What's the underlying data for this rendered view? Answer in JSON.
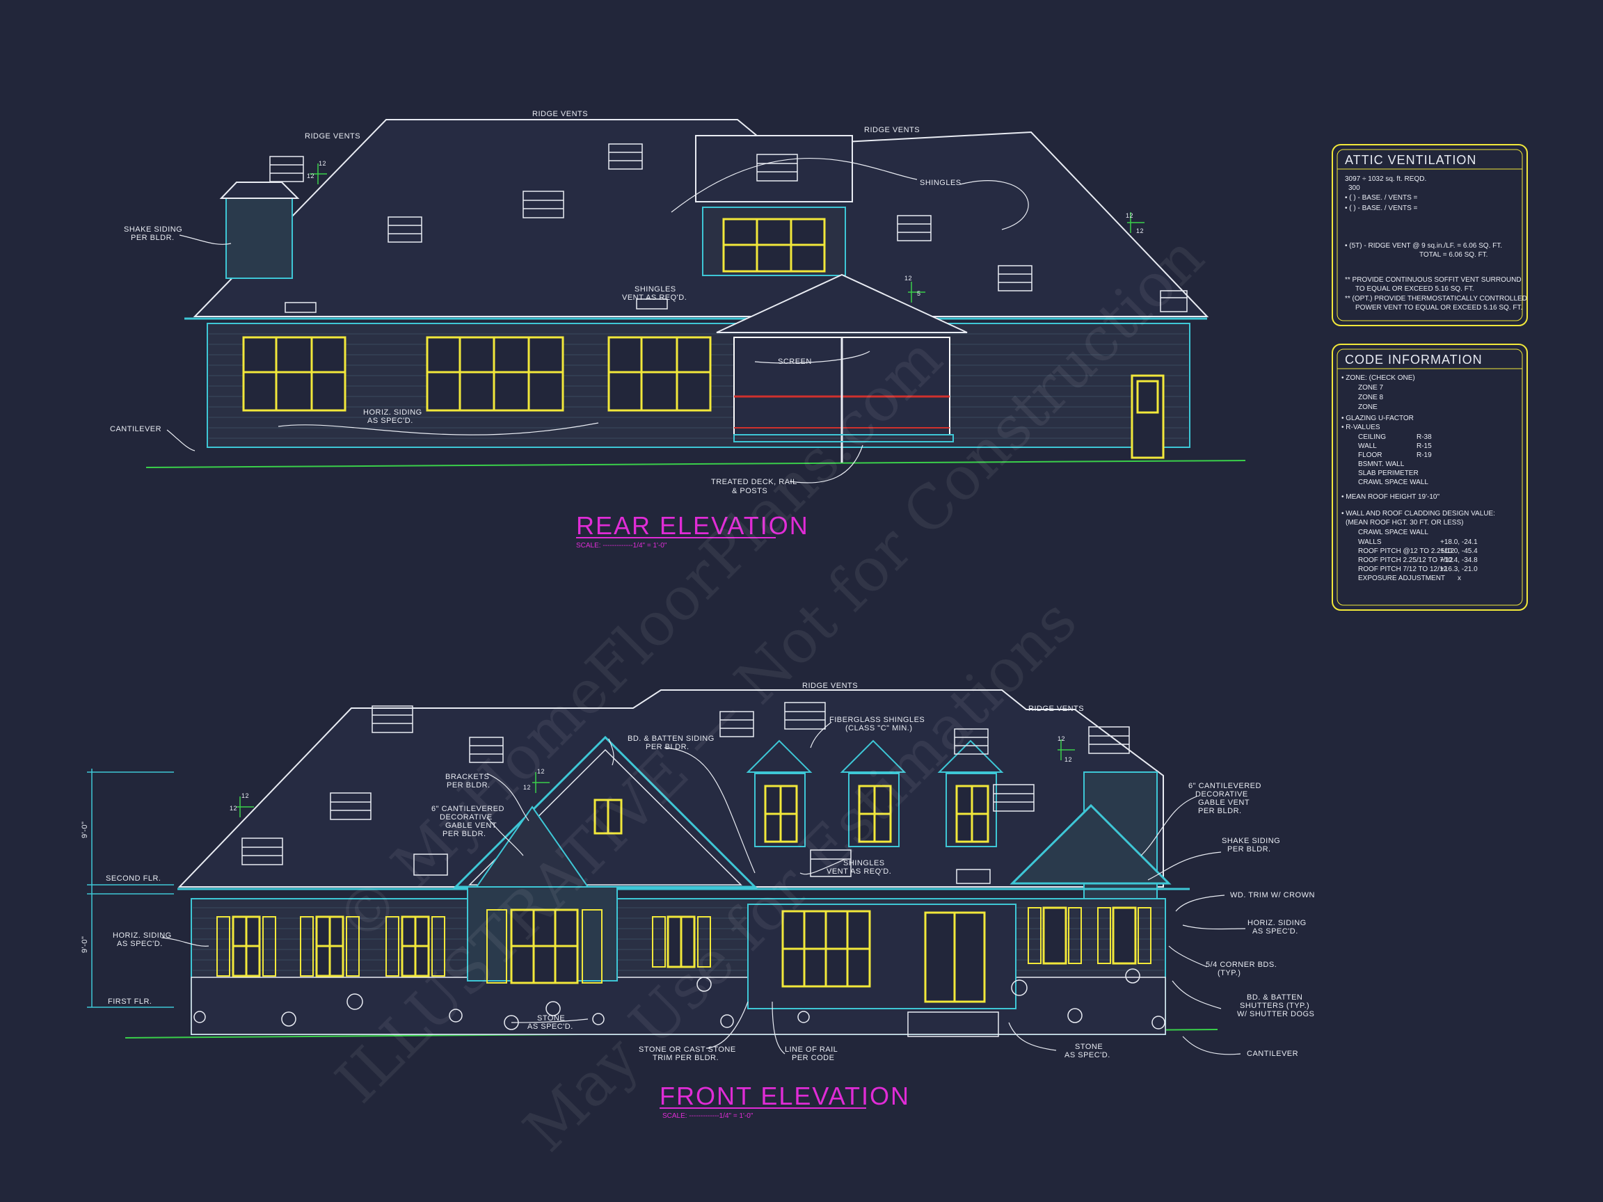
{
  "rear": {
    "title": "REAR ELEVATION",
    "scale": "SCALE: -------------1/4\" = 1'-0\"",
    "slope_a": "12",
    "slope_b": "5",
    "labels": {
      "ridge_vents": "RIDGE VENTS",
      "shake_siding_1": "SHAKE SIDING",
      "shake_siding_2": "PER BLDR.",
      "shingles": "SHINGLES",
      "shingles_vent_1": "SHINGLES",
      "shingles_vent_2": "VENT AS REQ'D.",
      "screen": "SCREEN",
      "cantilever": "CANTILEVER",
      "horiz_siding_1": "HORIZ. SIDING",
      "horiz_siding_2": "AS SPEC'D.",
      "treated_deck_1": "TREATED DECK, RAIL",
      "treated_deck_2": "& POSTS"
    }
  },
  "front": {
    "title": "FRONT ELEVATION",
    "scale": "SCALE: -------------1/4\" = 1'-0\"",
    "slope": "12",
    "dim_upper": "9'-0\"",
    "dim_lower": "9'-0\"",
    "labels": {
      "second_flr": "SECOND FLR.",
      "first_flr": "FIRST FLR.",
      "ridge_vents": "RIDGE VENTS",
      "fiberglass_1": "FIBERGLASS SHINGLES",
      "fiberglass_2": "(CLASS \"C\" MIN.)",
      "batten_1": "BD. & BATTEN SIDING",
      "batten_2": "PER BLDR.",
      "brackets_1": "BRACKETS",
      "brackets_2": "PER BLDR.",
      "gable_vent_1": "6\" CANTILEVERED",
      "gable_vent_2": "DECORATIVE",
      "gable_vent_3": "GABLE VENT",
      "gable_vent_4": "PER BLDR.",
      "shingles_1": "SHINGLES",
      "shingles_2": "VENT AS REQ'D.",
      "shake_1": "SHAKE SIDING",
      "shake_2": "PER BLDR.",
      "wd_trim": "WD. TRIM W/ CROWN",
      "horiz_1": "HORIZ. SIDING",
      "horiz_2": "AS SPEC'D.",
      "corner_1": "5/4 CORNER BDS.",
      "corner_2": "(TYP.)",
      "shutters_1": "BD. & BATTEN",
      "shutters_2": "SHUTTERS (TYP.)",
      "shutters_3": "W/ SHUTTER DOGS",
      "cantilever": "CANTILEVER",
      "stone_1": "STONE",
      "stone_2": "AS SPEC'D.",
      "cast_1": "STONE OR CAST STONE",
      "cast_2": "TRIM PER BLDR.",
      "rail_1": "LINE OF RAIL",
      "rail_2": "PER CODE"
    }
  },
  "attic": {
    "title": "ATTIC VENTILATION",
    "lines": [
      "3097 ÷ 1032 sq. ft. REQD.",
      "300",
      "• (    ) -        BASE.   /   VENTS  =",
      "• (    ) -        BASE.   /   VENTS  =",
      "• (5T) - RIDGE VENT @ 9 sq.in./LF. = 6.06 SQ. FT.",
      "TOTAL     = 6.06 SQ. FT.",
      "** PROVIDE CONTINUOUS SOFFIT VENT SURROUND",
      "TO EQUAL OR EXCEED 5.16 SQ. FT.",
      "** (OPT.) PROVIDE THERMOSTATICALLY CONTROLLED",
      "POWER VENT TO EQUAL OR EXCEED 5.16 SQ. FT."
    ]
  },
  "code": {
    "title": "CODE INFORMATION",
    "lines": [
      "• ZONE: (CHECK ONE)",
      "ZONE 7",
      "ZONE 8",
      "ZONE",
      "• GLAZING U-FACTOR",
      "• R-VALUES",
      "BSMNT. WALL",
      "SLAB PERIMETER",
      "CRAWL SPACE WALL",
      "• MEAN ROOF HEIGHT 19'-10\"",
      "• WALL AND ROOF CLADDING DESIGN VALUE:",
      "(MEAN ROOF HGT. 30 FT. OR LESS)",
      "CRAWL SPACE WALL"
    ],
    "rvalues": [
      {
        "name": "CEILING",
        "value": "R-38"
      },
      {
        "name": "WALL",
        "value": "R-15"
      },
      {
        "name": "FLOOR",
        "value": "R-19"
      }
    ],
    "design": [
      {
        "name": "WALLS",
        "value": "+18.0, -24.1"
      },
      {
        "name": "ROOF PITCH @12 TO 2.25/12",
        "value": "+10.0, -45.4"
      },
      {
        "name": "ROOF PITCH 2.25/12 TO 7/12",
        "value": "+10.4, -34.8"
      },
      {
        "name": "ROOF PITCH 7/12 TO 12/12",
        "value": "+16.3, -21.0"
      },
      {
        "name": "EXPOSURE ADJUSTMENT",
        "value": "x"
      }
    ]
  },
  "watermark": {
    "line1": "© MyHomeFloorPlans.com",
    "line2": "ILLUSTRATIVE — Not for Construction",
    "line3": "May Use for Estimations"
  }
}
